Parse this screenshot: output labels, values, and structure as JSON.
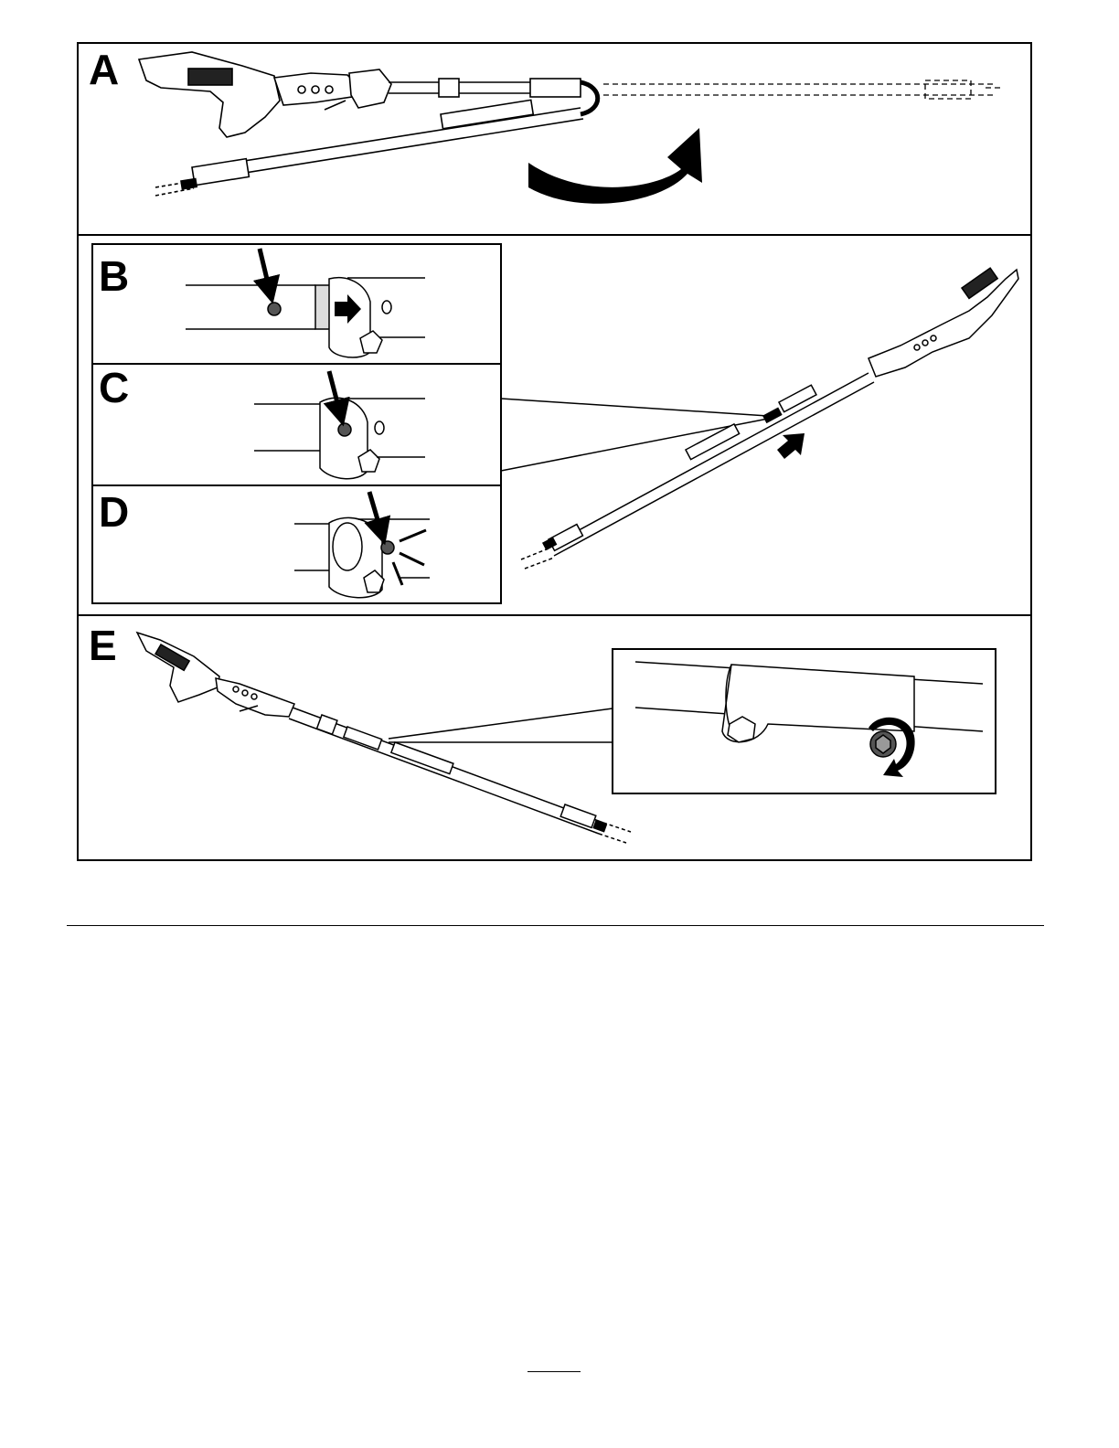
{
  "figure": {
    "panels": [
      {
        "label": "A"
      },
      {
        "label": "B"
      },
      {
        "label": "C"
      },
      {
        "label": "D"
      },
      {
        "label": "E"
      }
    ]
  },
  "colors": {
    "line": "#000000",
    "background": "#ffffff",
    "fastener": "#555555"
  }
}
